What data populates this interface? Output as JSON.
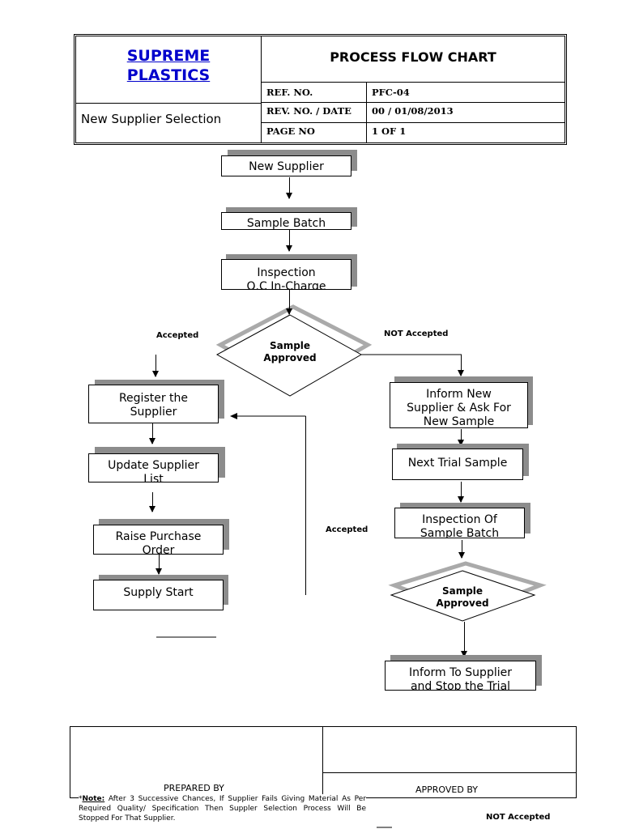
{
  "header": {
    "company_line1": "SUPREME",
    "company_line2": "PLASTICS",
    "title": "PROCESS FLOW CHART",
    "subtitle": "New Supplier Selection",
    "rows": [
      {
        "label": "REF. NO.",
        "value": "PFC-04"
      },
      {
        "label": "REV. NO. / DATE",
        "value": "00 / 01/08/2013"
      },
      {
        "label": "PAGE NO",
        "value": "1 OF 1"
      }
    ]
  },
  "flow": {
    "new_supplier": "New Supplier",
    "sample_batch": "Sample Batch",
    "inspection_line1": "Inspection",
    "inspection_line2": "Q.C In-Charge",
    "decision1_line1": "Sample",
    "decision1_line2": "Approved",
    "accepted_label": "Accepted",
    "not_accepted_label": "NOT Accepted",
    "register_line1": "Register the",
    "register_line2": "Supplier",
    "update_line1": "Update Supplier",
    "update_line2": "List",
    "raise_line1": "Raise Purchase",
    "raise_line2": "Order",
    "supply_start": "Supply Start",
    "inform_line1": "Inform New",
    "inform_line2": "Supplier & Ask For",
    "inform_line3": "New Sample",
    "next_trial": "Next Trial Sample",
    "inspection2_line1": "Inspection Of",
    "inspection2_line2": "Sample Batch",
    "decision2_line1": "Sample",
    "decision2_line2": "Approved",
    "accepted_label2": "Accepted",
    "stop_line1": "Inform To Supplier",
    "stop_line2": "and Stop the Trial",
    "not_accepted_label2": "NOT Accepted"
  },
  "footer": {
    "prepared_by": "PREPARED BY",
    "approved_by": "APPROVED BY",
    "note_prefix": "*",
    "note_label": "Note:",
    "note_text": " After 3 Successive Chances, If Supplier Fails Giving Material As Per Required Quality/ Specification Then Suppler Selection Process Will Be Stopped For That Supplier."
  }
}
